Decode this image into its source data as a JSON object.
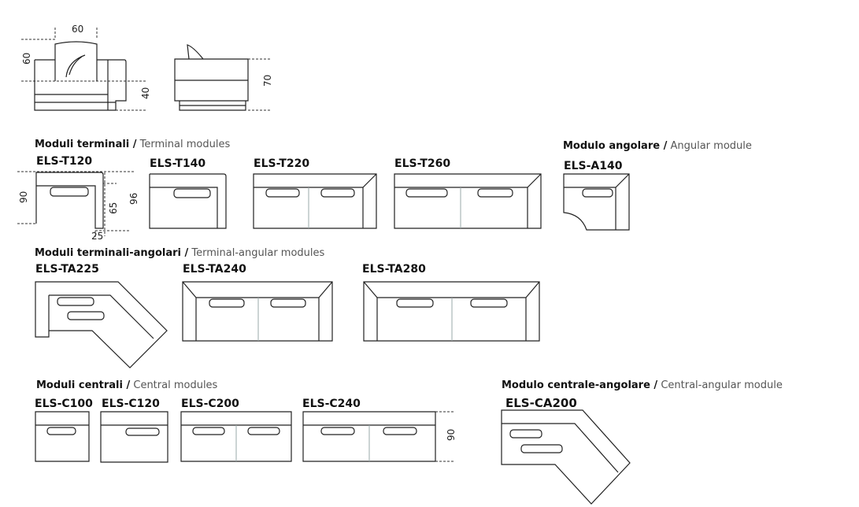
{
  "dimensions": {
    "front_width": "60",
    "front_height": "60",
    "seat_height": "40",
    "side_height": "70",
    "t120_depth": "90",
    "t120_seat": "65",
    "t120_total": "96",
    "t120_arm": "25",
    "central_depth": "90"
  },
  "sections": {
    "terminal": {
      "it": "Moduli terminali /",
      "en": " Terminal modules",
      "codes": [
        "ELS-T120",
        "ELS-T140",
        "ELS-T220",
        "ELS-T260"
      ]
    },
    "angular": {
      "it": "Modulo angolare /",
      "en": " Angular module",
      "codes": [
        "ELS-A140"
      ]
    },
    "terminal_angular": {
      "it": "Moduli terminali-angolari /",
      "en": " Terminal-angular modules",
      "codes": [
        "ELS-TA225",
        "ELS-TA240",
        "ELS-TA280"
      ]
    },
    "central": {
      "it": "Moduli centrali /",
      "en": " Central modules",
      "codes": [
        "ELS-C100",
        "ELS-C120",
        "ELS-C200",
        "ELS-C240"
      ]
    },
    "central_angular": {
      "it": "Modulo centrale-angolare /",
      "en": " Central-angular module",
      "codes": [
        "ELS-CA200"
      ]
    }
  }
}
